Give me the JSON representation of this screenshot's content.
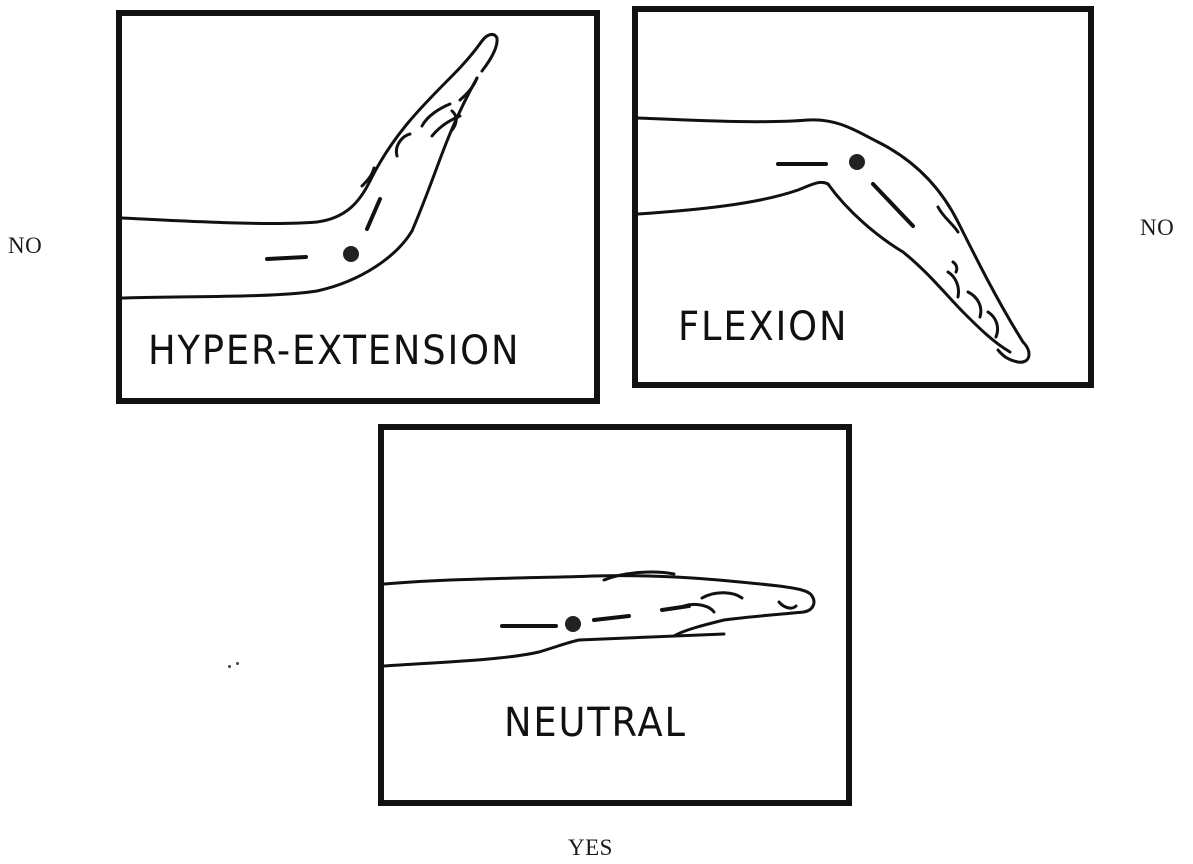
{
  "panels": {
    "hyper_extension": {
      "caption": "HYPER-EXTENSION",
      "verdict": "NO"
    },
    "flexion": {
      "caption": "FLEXION",
      "verdict": "NO"
    },
    "neutral": {
      "caption": "NEUTRAL",
      "verdict": "YES"
    }
  }
}
